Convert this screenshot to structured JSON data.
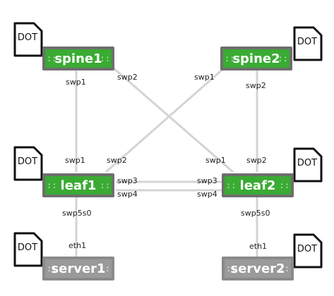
{
  "docs": {
    "spine1": "DOT",
    "spine2": "DOT",
    "leaf1": "DOT",
    "leaf2": "DOT",
    "server1": "DOT",
    "server2": "DOT"
  },
  "nodes": {
    "spine1": "spine1",
    "spine2": "spine2",
    "leaf1": "leaf1",
    "leaf2": "leaf2",
    "server1": "server1",
    "server2": "server2"
  },
  "ports": {
    "spine1_swp1": "swp1",
    "spine1_swp2": "swp2",
    "spine2_swp1": "swp1",
    "spine2_swp2": "swp2",
    "leaf1_swp1": "swp1",
    "leaf1_swp2": "swp2",
    "leaf1_swp3": "swp3",
    "leaf1_swp4": "swp4",
    "leaf1_swp5s0": "swp5s0",
    "leaf2_swp1": "swp1",
    "leaf2_swp2": "swp2",
    "leaf2_swp3": "swp3",
    "leaf2_swp4": "swp4",
    "leaf2_swp5s0": "swp5s0",
    "server1_eth1": "eth1",
    "server2_eth1": "eth1"
  },
  "colors": {
    "switch_fill": "#3aab33",
    "server_fill": "#9a9a9a",
    "link": "#d4d4d4"
  }
}
